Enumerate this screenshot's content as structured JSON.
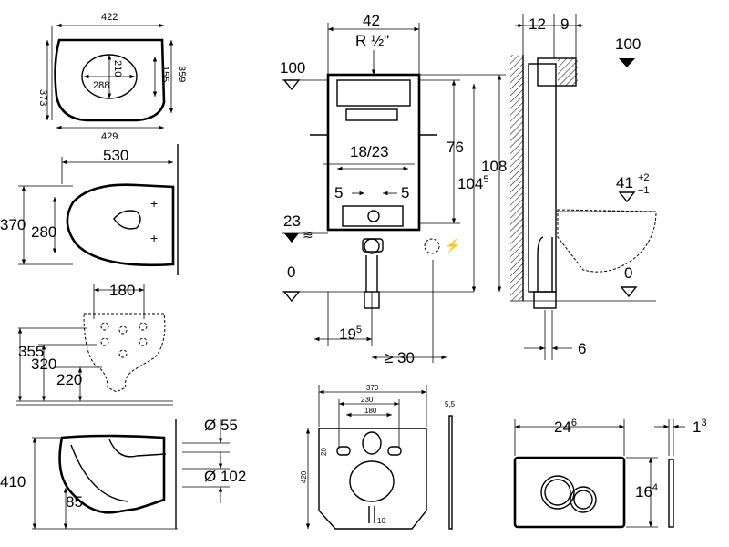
{
  "seat_top": {
    "w_top": "422",
    "h_left": "373",
    "inner_w": "288",
    "inner_h": "210",
    "h_right1": "155",
    "h_right2": "359",
    "w_bottom": "429"
  },
  "bowl_top": {
    "length": "530",
    "width": "370",
    "inner": "280"
  },
  "bowl_back": {
    "holes": "180",
    "h1": "355",
    "h2": "320",
    "h3": "220"
  },
  "bowl_side": {
    "d1": "Ø 55",
    "height": "410",
    "d2": "Ø 102",
    "outlet": "85"
  },
  "frame_front": {
    "width": "42",
    "supply": "R ½\"",
    "level_top": "100",
    "pipes": "18/23",
    "h76": "76",
    "h104": "104",
    "h104_sup": "5",
    "h108": "108",
    "left5": "5",
    "right5": "5",
    "level_23": "23",
    "level_0": "0",
    "off19": "19",
    "off19_sup": "5",
    "min30": "≥ 30"
  },
  "frame_side": {
    "d12": "12",
    "d9": "9",
    "level_top": "100",
    "h41": "41",
    "tol_plus": "+2",
    "tol_minus": "−1",
    "level_0": "0",
    "d6": "6"
  },
  "mat": {
    "w1": "370",
    "w2": "230",
    "w3": "180",
    "h": "420",
    "hole_h": "20",
    "bottom": "10",
    "thick": "5,5"
  },
  "plate": {
    "width": "24",
    "width_sup": "6",
    "height": "16",
    "height_sup": "4",
    "depth": "1",
    "depth_sup": "3"
  }
}
